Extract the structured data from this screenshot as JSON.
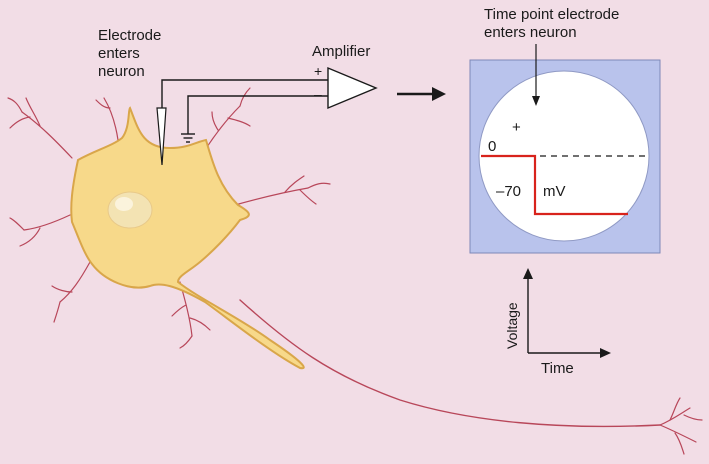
{
  "labels": {
    "electrode_line1": "Electrode",
    "electrode_line2": "enters",
    "electrode_line3": "neuron",
    "amplifier": "Amplifier",
    "amp_plus": "+",
    "amp_minus": "–",
    "timepoint_line1": "Time point electrode",
    "timepoint_line2": "enters neuron",
    "scope_plus": "+",
    "scope_zero": "0",
    "scope_neg70": "–70",
    "scope_mv": "mV",
    "axis_voltage": "Voltage",
    "axis_time": "Time"
  },
  "colors": {
    "background": "#f2dde6",
    "neuron_fill": "#f7d98a",
    "neuron_edge": "#d9a64a",
    "nucleus": "#f3e3b3",
    "axon": "#b8475a",
    "scope_frame": "#b9c3ec",
    "scope_screen": "#ffffff",
    "trace": "#d8231c",
    "ink": "#1a1a1a"
  }
}
